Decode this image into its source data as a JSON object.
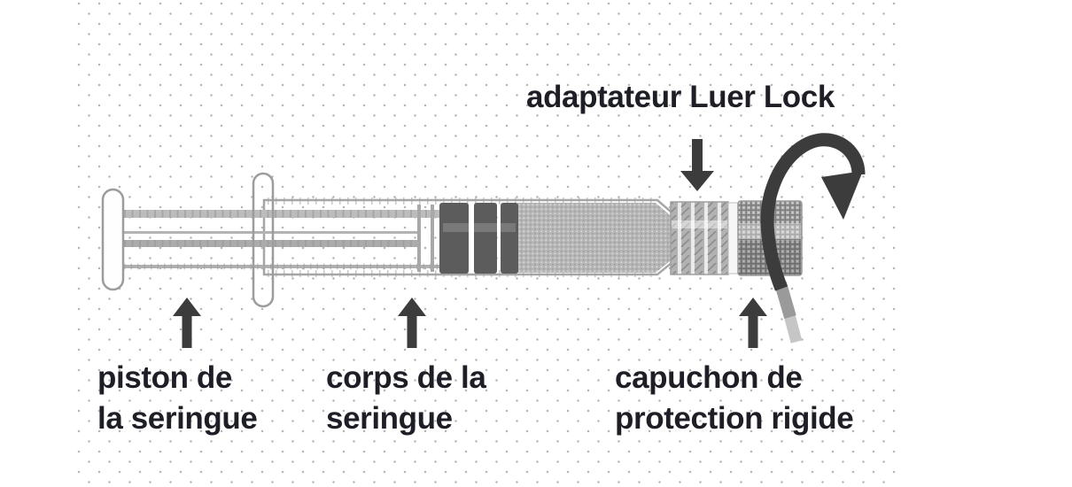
{
  "figure": {
    "title_hint": "prefilled syringe diagram (French leaflet)",
    "labels": {
      "luer_adapter": "adaptateur Luer Lock",
      "plunger_line1": "piston de",
      "plunger_line2": "la seringue",
      "barrel_line1": "corps de la",
      "barrel_line2": "seringue",
      "cap_line1": "capuchon de",
      "cap_line2": "protection rigide"
    },
    "icons": [
      "arrow-down-icon",
      "arrow-up-icon-plunger",
      "arrow-up-icon-barrel",
      "arrow-up-icon-cap",
      "twist-rotate-arrow-icon"
    ],
    "colors": {
      "label_text": "#1e1e26",
      "arrow": "#3c3c3c",
      "outline": "#9e9e9e",
      "liquid": "#b6b6b6",
      "stopper": "#5c5c5c",
      "dot": "#b6b6b6"
    }
  }
}
